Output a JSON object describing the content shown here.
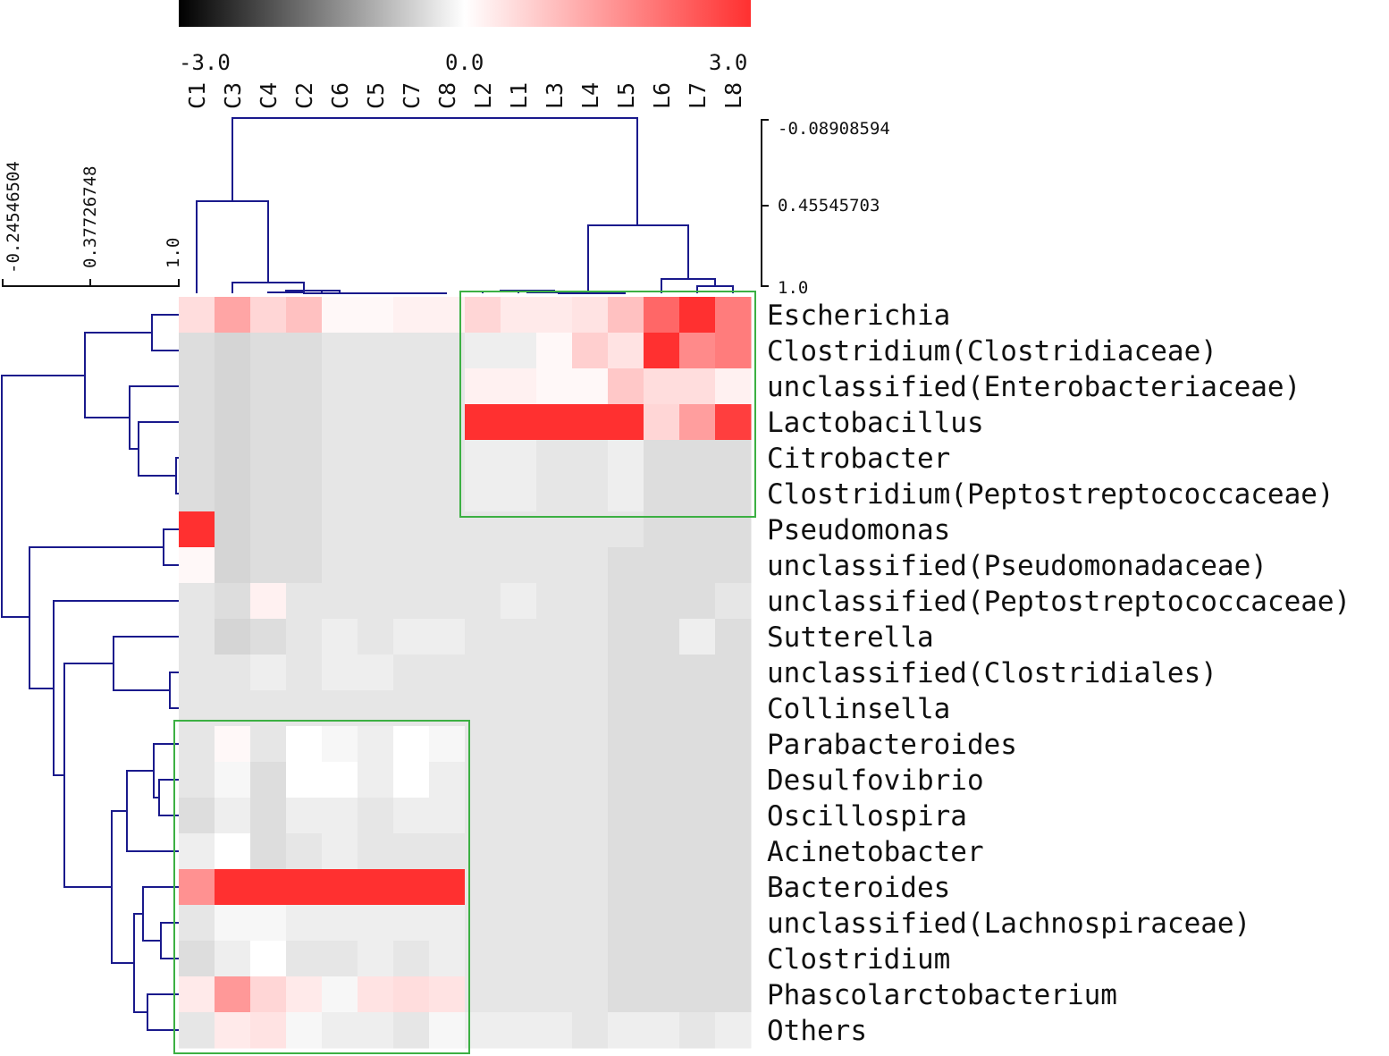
{
  "chart_data": {
    "type": "heatmap",
    "title": "",
    "xlabel": "",
    "ylabel": "",
    "colorbar": {
      "range": [
        -3.0,
        3.0
      ],
      "tick_labels": [
        "-3.0",
        "0.0",
        "3.0"
      ],
      "colors": {
        "low": "#000000",
        "mid": "#ffffff",
        "high": "#ff3030"
      }
    },
    "columns": [
      "C1",
      "C3",
      "C4",
      "C2",
      "C6",
      "C5",
      "C7",
      "C8",
      "L2",
      "L1",
      "L3",
      "L4",
      "L5",
      "L6",
      "L7",
      "L8"
    ],
    "rows": [
      "Escherichia",
      "Clostridium(Clostridiaceae)",
      "unclassified(Enterobacteriaceae)",
      "Lactobacillus",
      "Citrobacter",
      "Clostridium(Peptostreptococcaceae)",
      "Pseudomonas",
      "unclassified(Pseudomonadaceae)",
      "unclassified(Peptostreptococcaceae)",
      "Sutterella",
      "unclassified(Clostridiales)",
      "Collinsella",
      "Parabacteroides",
      "Desulfovibrio",
      "Oscillospira",
      "Acinetobacter",
      "Bacteroides",
      "unclassified(Lachnospiraceae)",
      "Clostridium",
      "Phascolarctobacterium",
      "Others"
    ],
    "values": [
      [
        0.5,
        1.3,
        0.6,
        0.9,
        0.1,
        0.1,
        0.2,
        0.2,
        0.6,
        0.3,
        0.3,
        0.4,
        0.9,
        2.2,
        3.0,
        1.9
      ],
      [
        -0.4,
        -0.5,
        -0.4,
        -0.4,
        -0.3,
        -0.3,
        -0.3,
        -0.3,
        -0.2,
        -0.2,
        0.1,
        0.7,
        0.4,
        3.0,
        1.7,
        1.9
      ],
      [
        -0.4,
        -0.5,
        -0.4,
        -0.4,
        -0.3,
        -0.3,
        -0.3,
        -0.3,
        0.2,
        0.2,
        0.1,
        0.1,
        0.8,
        0.5,
        0.5,
        0.2
      ],
      [
        -0.4,
        -0.5,
        -0.4,
        -0.4,
        -0.3,
        -0.3,
        -0.3,
        -0.3,
        3.0,
        3.0,
        3.0,
        3.0,
        3.0,
        0.6,
        1.4,
        2.8
      ],
      [
        -0.4,
        -0.5,
        -0.4,
        -0.4,
        -0.3,
        -0.3,
        -0.3,
        -0.3,
        -0.2,
        -0.2,
        -0.3,
        -0.3,
        -0.2,
        -0.4,
        -0.4,
        -0.4
      ],
      [
        -0.4,
        -0.5,
        -0.4,
        -0.4,
        -0.3,
        -0.3,
        -0.3,
        -0.3,
        -0.2,
        -0.2,
        -0.3,
        -0.3,
        -0.2,
        -0.4,
        -0.4,
        -0.4
      ],
      [
        3.0,
        -0.5,
        -0.4,
        -0.4,
        -0.3,
        -0.3,
        -0.3,
        -0.3,
        -0.3,
        -0.3,
        -0.3,
        -0.3,
        -0.3,
        -0.4,
        -0.4,
        -0.4
      ],
      [
        0.1,
        -0.5,
        -0.4,
        -0.4,
        -0.3,
        -0.3,
        -0.3,
        -0.3,
        -0.3,
        -0.3,
        -0.3,
        -0.3,
        -0.4,
        -0.4,
        -0.4,
        -0.4
      ],
      [
        -0.3,
        -0.4,
        0.2,
        -0.3,
        -0.3,
        -0.3,
        -0.3,
        -0.3,
        -0.3,
        -0.2,
        -0.3,
        -0.3,
        -0.4,
        -0.4,
        -0.4,
        -0.3
      ],
      [
        -0.3,
        -0.5,
        -0.4,
        -0.3,
        -0.2,
        -0.3,
        -0.2,
        -0.2,
        -0.3,
        -0.3,
        -0.3,
        -0.3,
        -0.4,
        -0.4,
        -0.2,
        -0.4
      ],
      [
        -0.3,
        -0.3,
        -0.2,
        -0.3,
        -0.2,
        -0.2,
        -0.3,
        -0.3,
        -0.3,
        -0.3,
        -0.3,
        -0.3,
        -0.4,
        -0.4,
        -0.4,
        -0.4
      ],
      [
        -0.3,
        -0.3,
        -0.3,
        -0.3,
        -0.3,
        -0.3,
        -0.3,
        -0.3,
        -0.3,
        -0.3,
        -0.3,
        -0.3,
        -0.4,
        -0.4,
        -0.4,
        -0.4
      ],
      [
        -0.3,
        0.1,
        -0.3,
        0.0,
        -0.1,
        -0.2,
        0.0,
        -0.1,
        -0.3,
        -0.3,
        -0.3,
        -0.3,
        -0.4,
        -0.4,
        -0.4,
        -0.4
      ],
      [
        -0.3,
        -0.1,
        -0.4,
        0.0,
        0.0,
        -0.2,
        0.0,
        -0.2,
        -0.3,
        -0.3,
        -0.3,
        -0.3,
        -0.4,
        -0.4,
        -0.4,
        -0.4
      ],
      [
        -0.4,
        -0.2,
        -0.4,
        -0.2,
        -0.2,
        -0.3,
        -0.2,
        -0.2,
        -0.3,
        -0.3,
        -0.3,
        -0.3,
        -0.4,
        -0.4,
        -0.4,
        -0.4
      ],
      [
        -0.2,
        0.0,
        -0.4,
        -0.3,
        -0.2,
        -0.3,
        -0.3,
        -0.3,
        -0.3,
        -0.3,
        -0.3,
        -0.3,
        -0.4,
        -0.4,
        -0.4,
        -0.4
      ],
      [
        1.6,
        3.0,
        3.0,
        3.0,
        3.0,
        3.0,
        3.0,
        3.0,
        -0.3,
        -0.3,
        -0.3,
        -0.3,
        -0.4,
        -0.4,
        -0.4,
        -0.4
      ],
      [
        -0.3,
        -0.1,
        -0.1,
        -0.2,
        -0.2,
        -0.2,
        -0.2,
        -0.2,
        -0.3,
        -0.3,
        -0.3,
        -0.3,
        -0.4,
        -0.4,
        -0.4,
        -0.4
      ],
      [
        -0.4,
        -0.2,
        0.0,
        -0.3,
        -0.3,
        -0.2,
        -0.3,
        -0.2,
        -0.3,
        -0.3,
        -0.3,
        -0.3,
        -0.4,
        -0.4,
        -0.4,
        -0.4
      ],
      [
        0.3,
        1.5,
        0.6,
        0.3,
        -0.1,
        0.4,
        0.5,
        0.4,
        -0.3,
        -0.3,
        -0.3,
        -0.3,
        -0.4,
        -0.4,
        -0.4,
        -0.4
      ],
      [
        -0.3,
        0.3,
        0.4,
        -0.1,
        -0.2,
        -0.2,
        -0.3,
        -0.1,
        -0.2,
        -0.2,
        -0.2,
        -0.3,
        -0.2,
        -0.2,
        -0.3,
        -0.2
      ]
    ],
    "column_dendrogram": {
      "scale_labels": [
        "-0.08908594",
        "0.45545703",
        "1.0"
      ]
    },
    "row_dendrogram": {
      "scale_labels": [
        "-0.24546504",
        "0.37726748",
        "1.0"
      ]
    },
    "highlight_boxes": [
      {
        "columns": [
          "L2",
          "L8"
        ],
        "rows": [
          "Escherichia",
          "Clostridium(Peptostreptococcaceae)"
        ]
      },
      {
        "columns": [
          "C1",
          "C8"
        ],
        "rows": [
          "Parabacteroides",
          "Others"
        ]
      }
    ]
  }
}
